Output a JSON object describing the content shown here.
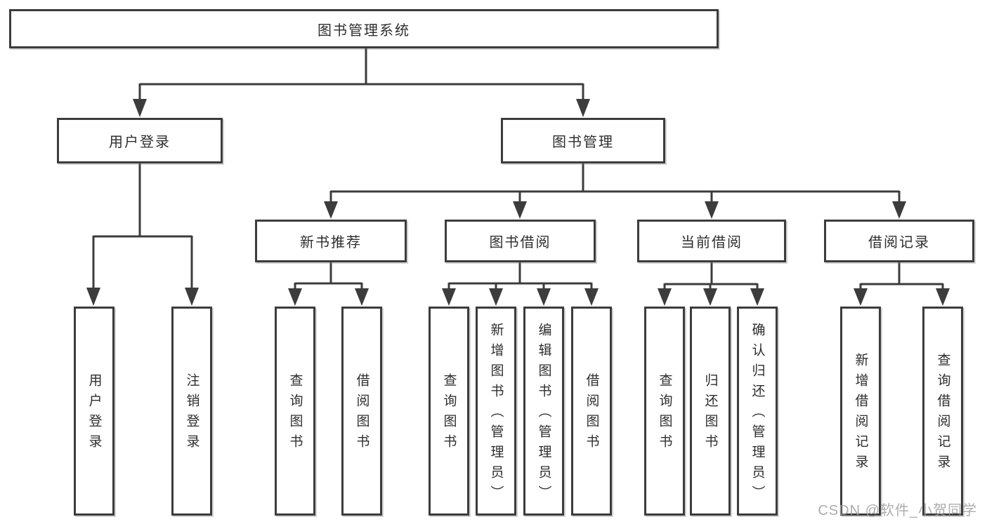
{
  "diagram": {
    "title": "图书管理系统",
    "colors": {
      "line": "#3c3c3c",
      "box_border": "#3c3c3c",
      "box_fill": "#ffffff",
      "text": "#2e2e2e",
      "watermark": "#9e9e9e"
    },
    "nodes": {
      "root": {
        "label": "图书管理系统"
      },
      "user_login": {
        "label": "用户登录"
      },
      "book_mgmt": {
        "label": "图书管理"
      },
      "new_books": {
        "label": "新书推荐"
      },
      "book_borrow": {
        "label": "图书借阅"
      },
      "current_borrow": {
        "label": "当前借阅"
      },
      "borrow_records": {
        "label": "借阅记录"
      },
      "leaf_user_login": {
        "label": "用户登录"
      },
      "leaf_logout": {
        "label": "注销登录"
      },
      "leaf_nb_query": {
        "label": "查询图书"
      },
      "leaf_nb_borrow": {
        "label": "借阅图书"
      },
      "leaf_bb_query": {
        "label": "查询图书"
      },
      "leaf_bb_add": {
        "label": "新增图书（管理员）"
      },
      "leaf_bb_edit": {
        "label": "编辑图书（管理员）"
      },
      "leaf_bb_borrow": {
        "label": "借阅图书"
      },
      "leaf_cb_query": {
        "label": "查询图书"
      },
      "leaf_cb_return": {
        "label": "归还图书"
      },
      "leaf_cb_confirm": {
        "label": "确认归还（管理员）"
      },
      "leaf_br_add": {
        "label": "新增借阅记录"
      },
      "leaf_br_query": {
        "label": "查询借阅记录"
      }
    },
    "watermark": {
      "text": "CSDN @软件_小贺同学"
    }
  }
}
